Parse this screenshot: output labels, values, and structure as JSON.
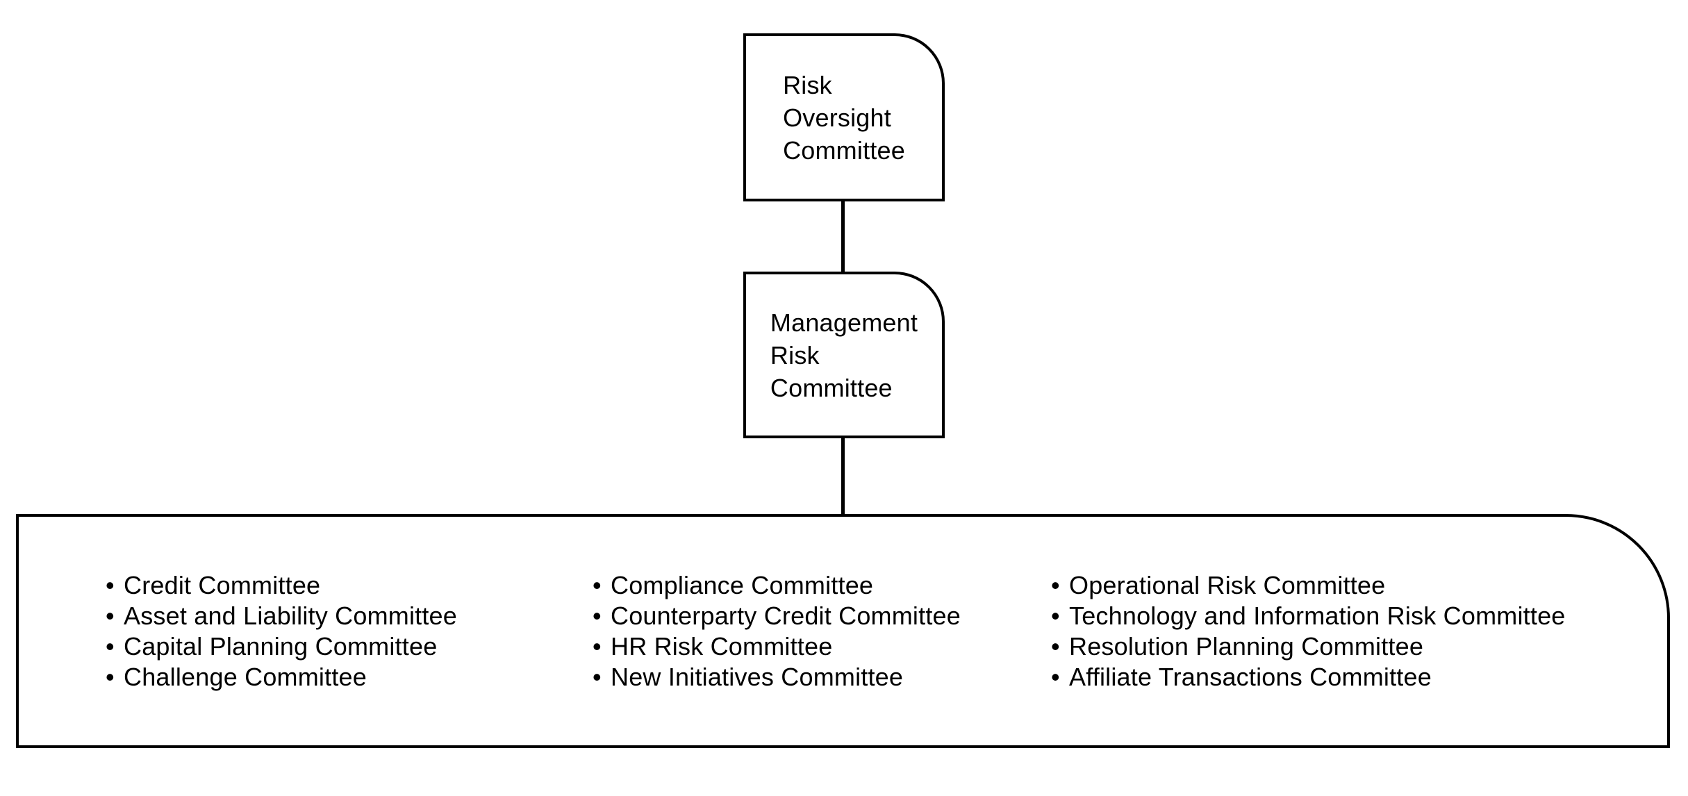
{
  "colors": {
    "line": "#000000",
    "text": "#000000",
    "background": "#ffffff"
  },
  "chart_data": {
    "type": "org-chart",
    "bullet": "•",
    "top_node": {
      "label": "Risk Oversight Committee",
      "lines": [
        "Risk",
        "Oversight",
        "Committee"
      ]
    },
    "middle_node": {
      "label": "Management Risk Committee",
      "lines": [
        "Management",
        "Risk",
        "Committee"
      ]
    },
    "bottom_node": {
      "columns": [
        {
          "items": [
            "Credit Committee",
            "Asset and Liability Committee",
            "Capital Planning Committee",
            "Challenge Committee"
          ]
        },
        {
          "items": [
            "Compliance Committee",
            "Counterparty Credit Committee",
            "HR Risk Committee",
            "New Initiatives Committee"
          ]
        },
        {
          "items": [
            "Operational Risk Committee",
            "Technology and Information Risk Committee",
            "Resolution Planning Committee",
            "Affiliate Transactions Committee"
          ]
        }
      ]
    }
  }
}
